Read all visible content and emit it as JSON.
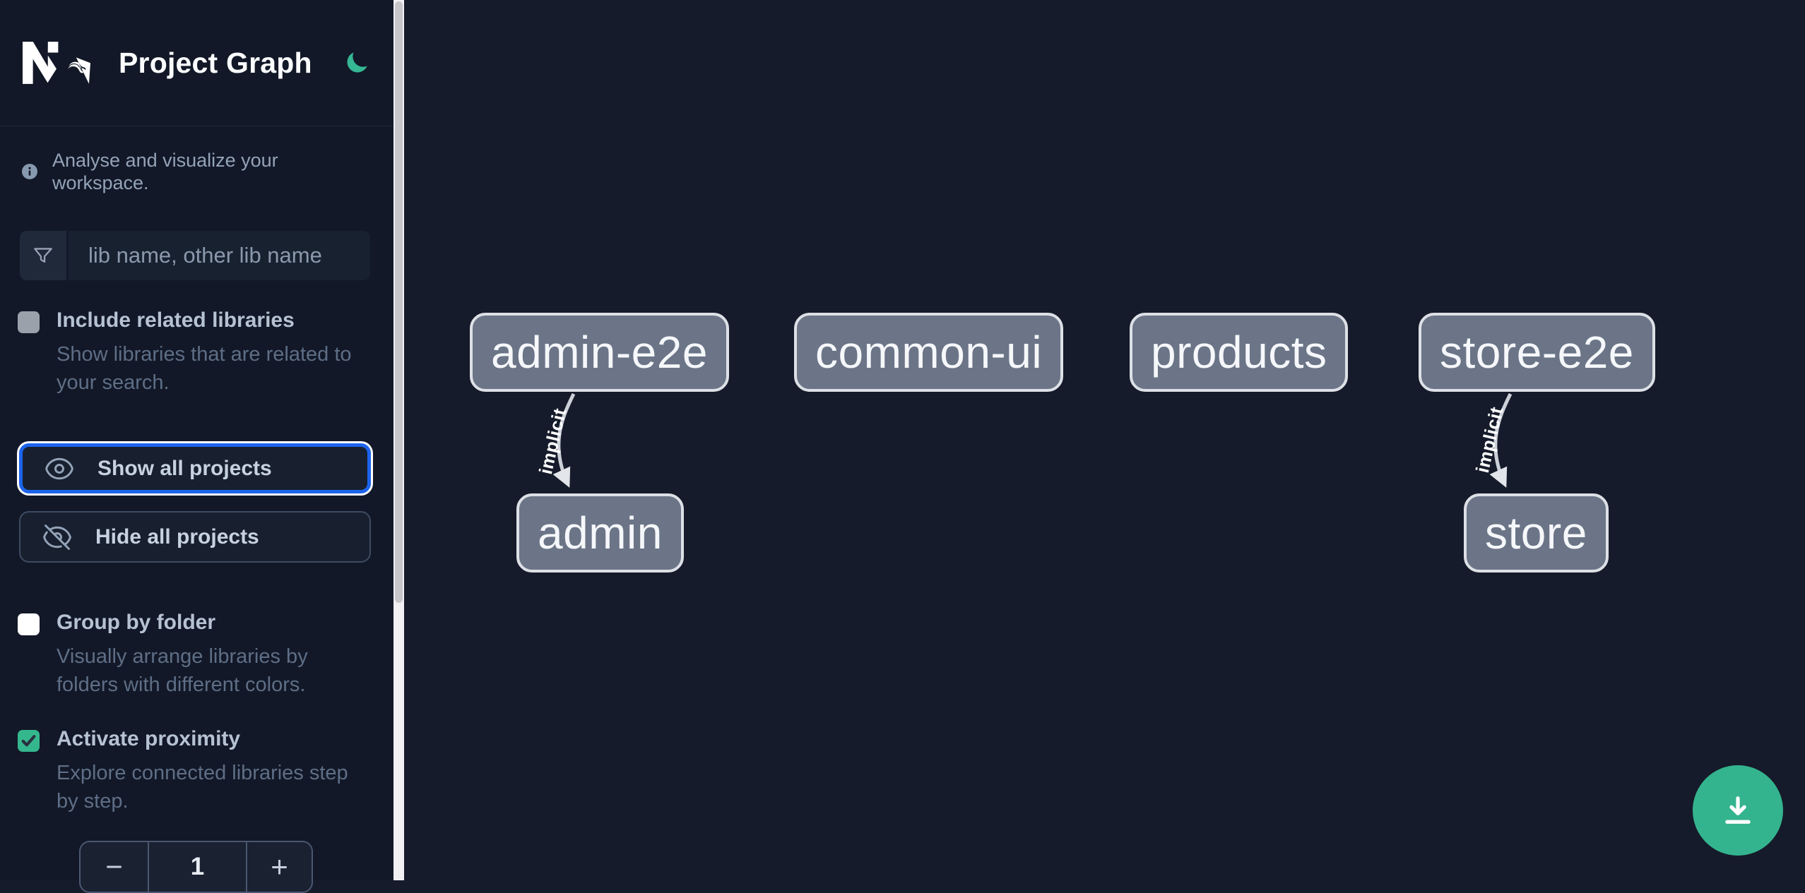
{
  "header": {
    "title": "Project Graph",
    "logo": "nx-logo",
    "theme_icon": "moon-icon"
  },
  "sidebar": {
    "tagline": "Analyse and visualize your workspace.",
    "search": {
      "placeholder": "lib name, other lib name",
      "value": ""
    },
    "options": [
      {
        "id": "include-related",
        "label": "Include related libraries",
        "description": "Show libraries that are related to your search.",
        "checked": false,
        "disabled": true
      },
      {
        "id": "group-by-folder",
        "label": "Group by folder",
        "description": "Visually arrange libraries by folders with different colors.",
        "checked": false,
        "disabled": false
      },
      {
        "id": "activate-proximity",
        "label": "Activate proximity",
        "description": "Explore connected libraries step by step.",
        "checked": true,
        "disabled": false
      }
    ],
    "buttons": {
      "show_all": "Show all projects",
      "hide_all": "Hide all projects"
    },
    "stepper": {
      "decrement": "−",
      "value": "1",
      "increment": "+"
    }
  },
  "graph": {
    "nodes": [
      {
        "id": "admin-e2e",
        "label": "admin-e2e"
      },
      {
        "id": "common-ui",
        "label": "common-ui"
      },
      {
        "id": "products",
        "label": "products"
      },
      {
        "id": "store-e2e",
        "label": "store-e2e"
      },
      {
        "id": "admin",
        "label": "admin"
      },
      {
        "id": "store",
        "label": "store"
      }
    ],
    "edges": [
      {
        "from": "admin-e2e",
        "to": "admin",
        "label": "implicit"
      },
      {
        "from": "store-e2e",
        "to": "store",
        "label": "implicit"
      }
    ]
  },
  "colors": {
    "sidebar_bg": "#121827",
    "canvas_bg": "#151b2a",
    "accent_teal": "#34b48e",
    "moon_teal": "#35b794",
    "focus_blue": "#1d64ec",
    "node_fill": "#6b7587",
    "node_border": "#dde0e6",
    "edge": "#ccd1d9",
    "checked_checkbox": "#35b78e"
  }
}
